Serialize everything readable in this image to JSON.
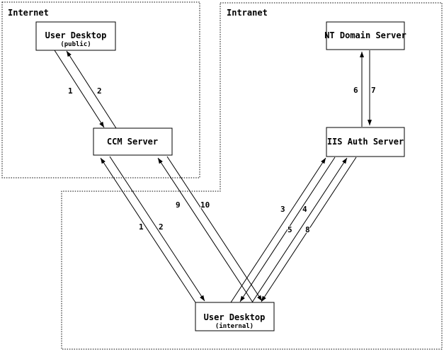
{
  "diagram": {
    "colors": {
      "line": "#000000",
      "background": "#ffffff"
    },
    "zones": [
      {
        "id": "internet",
        "label": "Internet"
      },
      {
        "id": "intranet",
        "label": "Intranet"
      }
    ],
    "nodes": [
      {
        "id": "user-desktop-public",
        "title": "User Desktop",
        "subtitle": "(public)",
        "zone": "Internet"
      },
      {
        "id": "ccm-server",
        "title": "CCM Server",
        "subtitle": "",
        "zone": "Internet"
      },
      {
        "id": "nt-domain-server",
        "title": "NT Domain Server",
        "subtitle": "",
        "zone": "Intranet"
      },
      {
        "id": "iis-auth-server",
        "title": "IIS Auth Server",
        "subtitle": "",
        "zone": "Intranet"
      },
      {
        "id": "user-desktop-internal",
        "title": "User Desktop",
        "subtitle": "(internal)",
        "zone": "Intranet"
      }
    ],
    "connections": [
      {
        "label": "1",
        "from": "user-desktop-public",
        "to": "ccm-server"
      },
      {
        "label": "2",
        "from": "ccm-server",
        "to": "user-desktop-public"
      },
      {
        "label": "1",
        "from": "user-desktop-internal",
        "to": "ccm-server"
      },
      {
        "label": "2",
        "from": "ccm-server",
        "to": "user-desktop-internal"
      },
      {
        "label": "9",
        "from": "user-desktop-internal",
        "to": "ccm-server"
      },
      {
        "label": "10",
        "from": "ccm-server",
        "to": "user-desktop-internal"
      },
      {
        "label": "3",
        "from": "user-desktop-internal",
        "to": "iis-auth-server"
      },
      {
        "label": "4",
        "from": "iis-auth-server",
        "to": "user-desktop-internal"
      },
      {
        "label": "5",
        "from": "user-desktop-internal",
        "to": "iis-auth-server"
      },
      {
        "label": "8",
        "from": "iis-auth-server",
        "to": "user-desktop-internal"
      },
      {
        "label": "6",
        "from": "iis-auth-server",
        "to": "nt-domain-server"
      },
      {
        "label": "7",
        "from": "nt-domain-server",
        "to": "iis-auth-server"
      }
    ]
  }
}
